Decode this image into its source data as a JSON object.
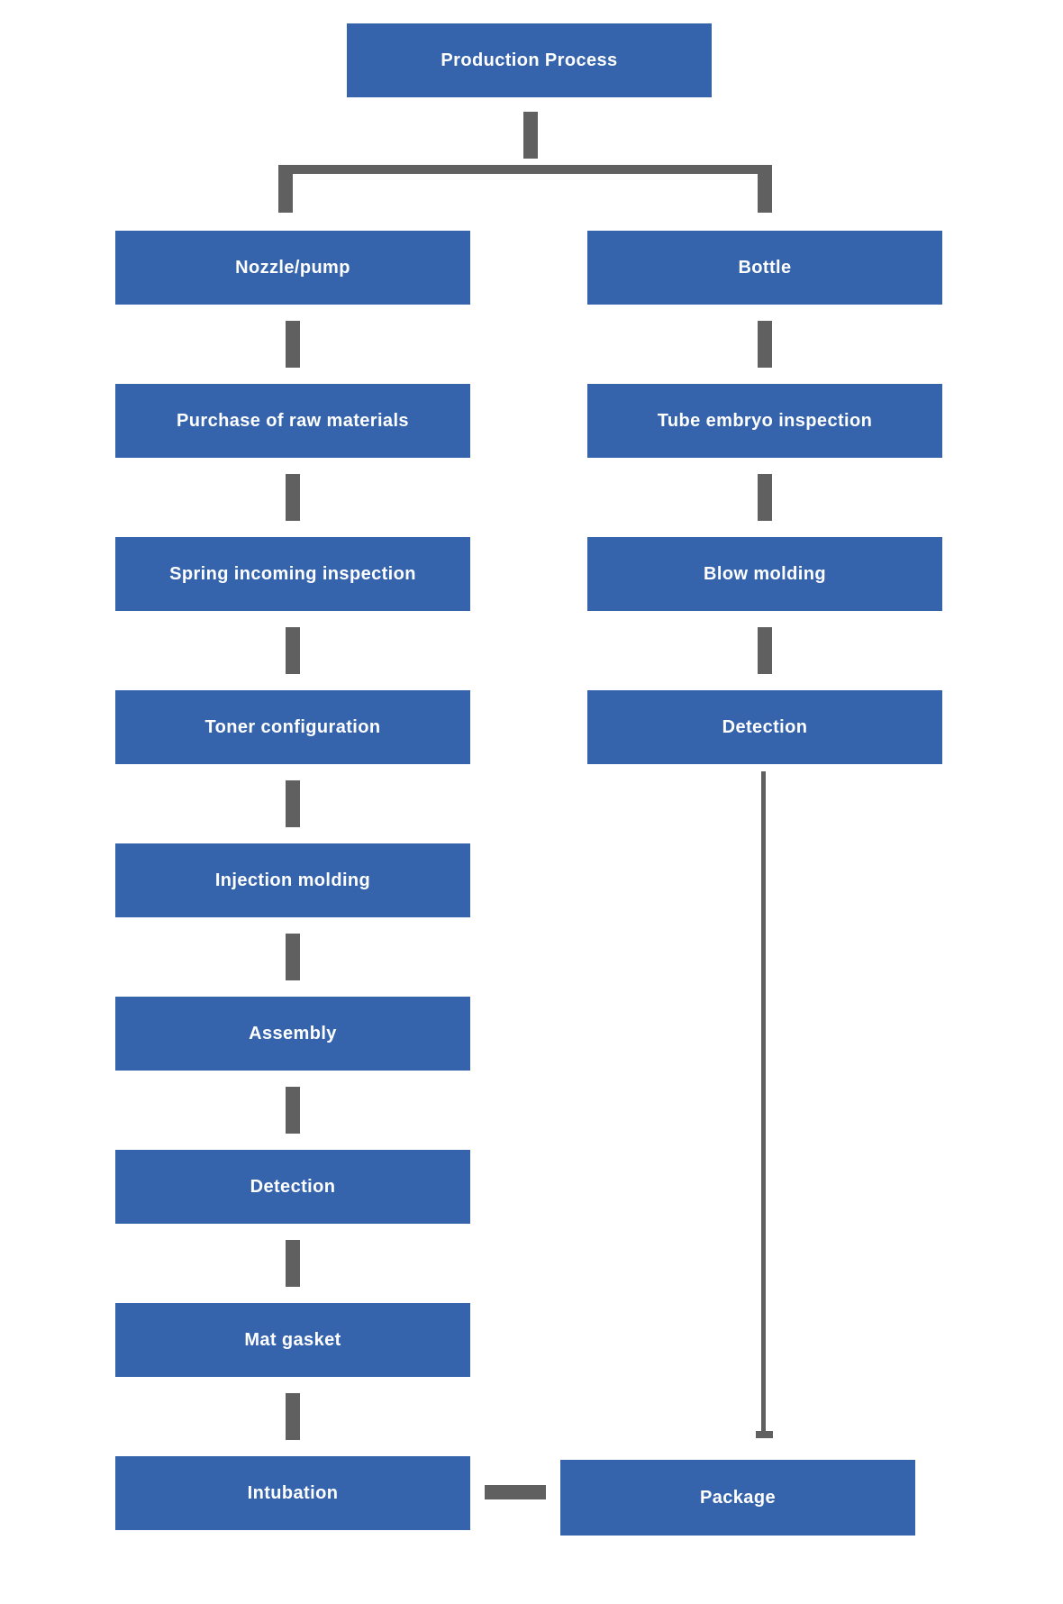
{
  "colors": {
    "box_blue": "#3564ad",
    "connector_gray": "#606060",
    "label_white": "#ffffff",
    "background": "#ffffff"
  },
  "nodes": {
    "root": "Production Process",
    "left": [
      "Nozzle/pump",
      "Purchase of raw materials",
      "Spring incoming inspection",
      "Toner configuration",
      "Injection molding",
      "Assembly",
      "Detection",
      "Mat gasket",
      "Intubation"
    ],
    "right": [
      "Bottle",
      "Tube embryo inspection",
      "Blow molding",
      "Detection"
    ],
    "merge": "Package"
  }
}
